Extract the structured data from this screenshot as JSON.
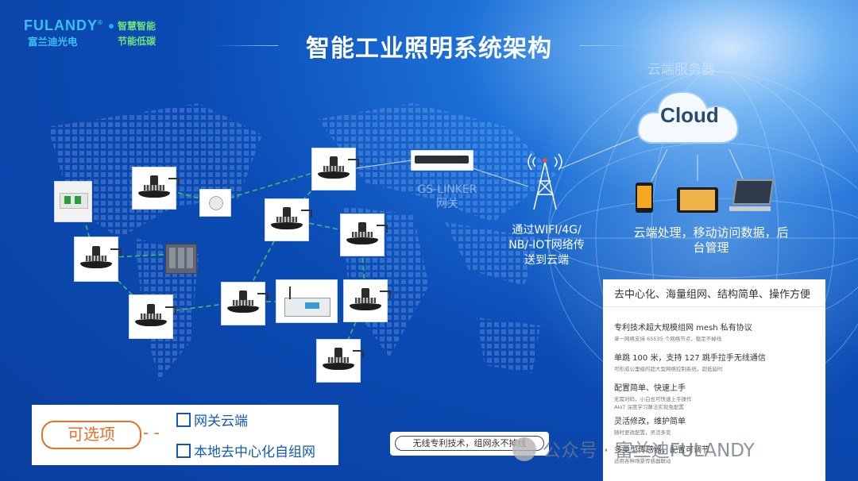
{
  "brand": {
    "name": "FULANDY",
    "trademark": "®",
    "cn_name": "富兰迪光电",
    "slogan_line1": "智慧智能",
    "slogan_line2": "节能低碳"
  },
  "title": "智能工业照明系统架构",
  "gateway": {
    "label": "GS-LINKER",
    "label2": "网关"
  },
  "tower_caption": {
    "line1": "通过WIFI/4G/",
    "line2": "NB/-IOT网络传",
    "line3": "送到云端"
  },
  "cloud": {
    "label": "云端服务器",
    "word": "Cloud"
  },
  "cloud_caption": {
    "line1": "云端处理，移动访问数据，后",
    "line2": "台管理"
  },
  "panel": {
    "heading": "去中心化、海量组网、结构简单、操作方便",
    "features": [
      {
        "title": "专利技术超大规模组网 mesh 私有协议",
        "desc": "单一网络支持 65535 个网络节点，稳定不掉线"
      },
      {
        "title": "单跳 100 米，支持 127 跳手拉手无线通信",
        "desc": "可形成公里级的超大型网络控制系统，超低延时"
      },
      {
        "title": "配置简单、快速上手",
        "desc": "无需对码，小白也可快速上手操作 AIoT 深度学习算法实现免配置"
      },
      {
        "title": "灵活修改，维护简单",
        "desc": "随时更改配置，灵活多变"
      },
      {
        "title": "多类型传感器，配置可调节",
        "desc": "适用各种场景传感器联动"
      }
    ]
  },
  "optional": {
    "label": "可选项",
    "dashes": "- -",
    "items": [
      "网关云端",
      "本地去中心化自组网"
    ]
  },
  "tag": "无线专利技术，组网永不掉线",
  "watermark": "公众号 · 富兰迪FULANDY",
  "colors": {
    "bg_deep": "#0a3f9f",
    "bg_mid": "#1b6fd6",
    "accent_orange": "#e4702a",
    "text_blue": "#1559b8",
    "brand_cyan": "#39c1f1",
    "brand_green": "#6ee07d",
    "dash_green": "#3fbf6a"
  }
}
